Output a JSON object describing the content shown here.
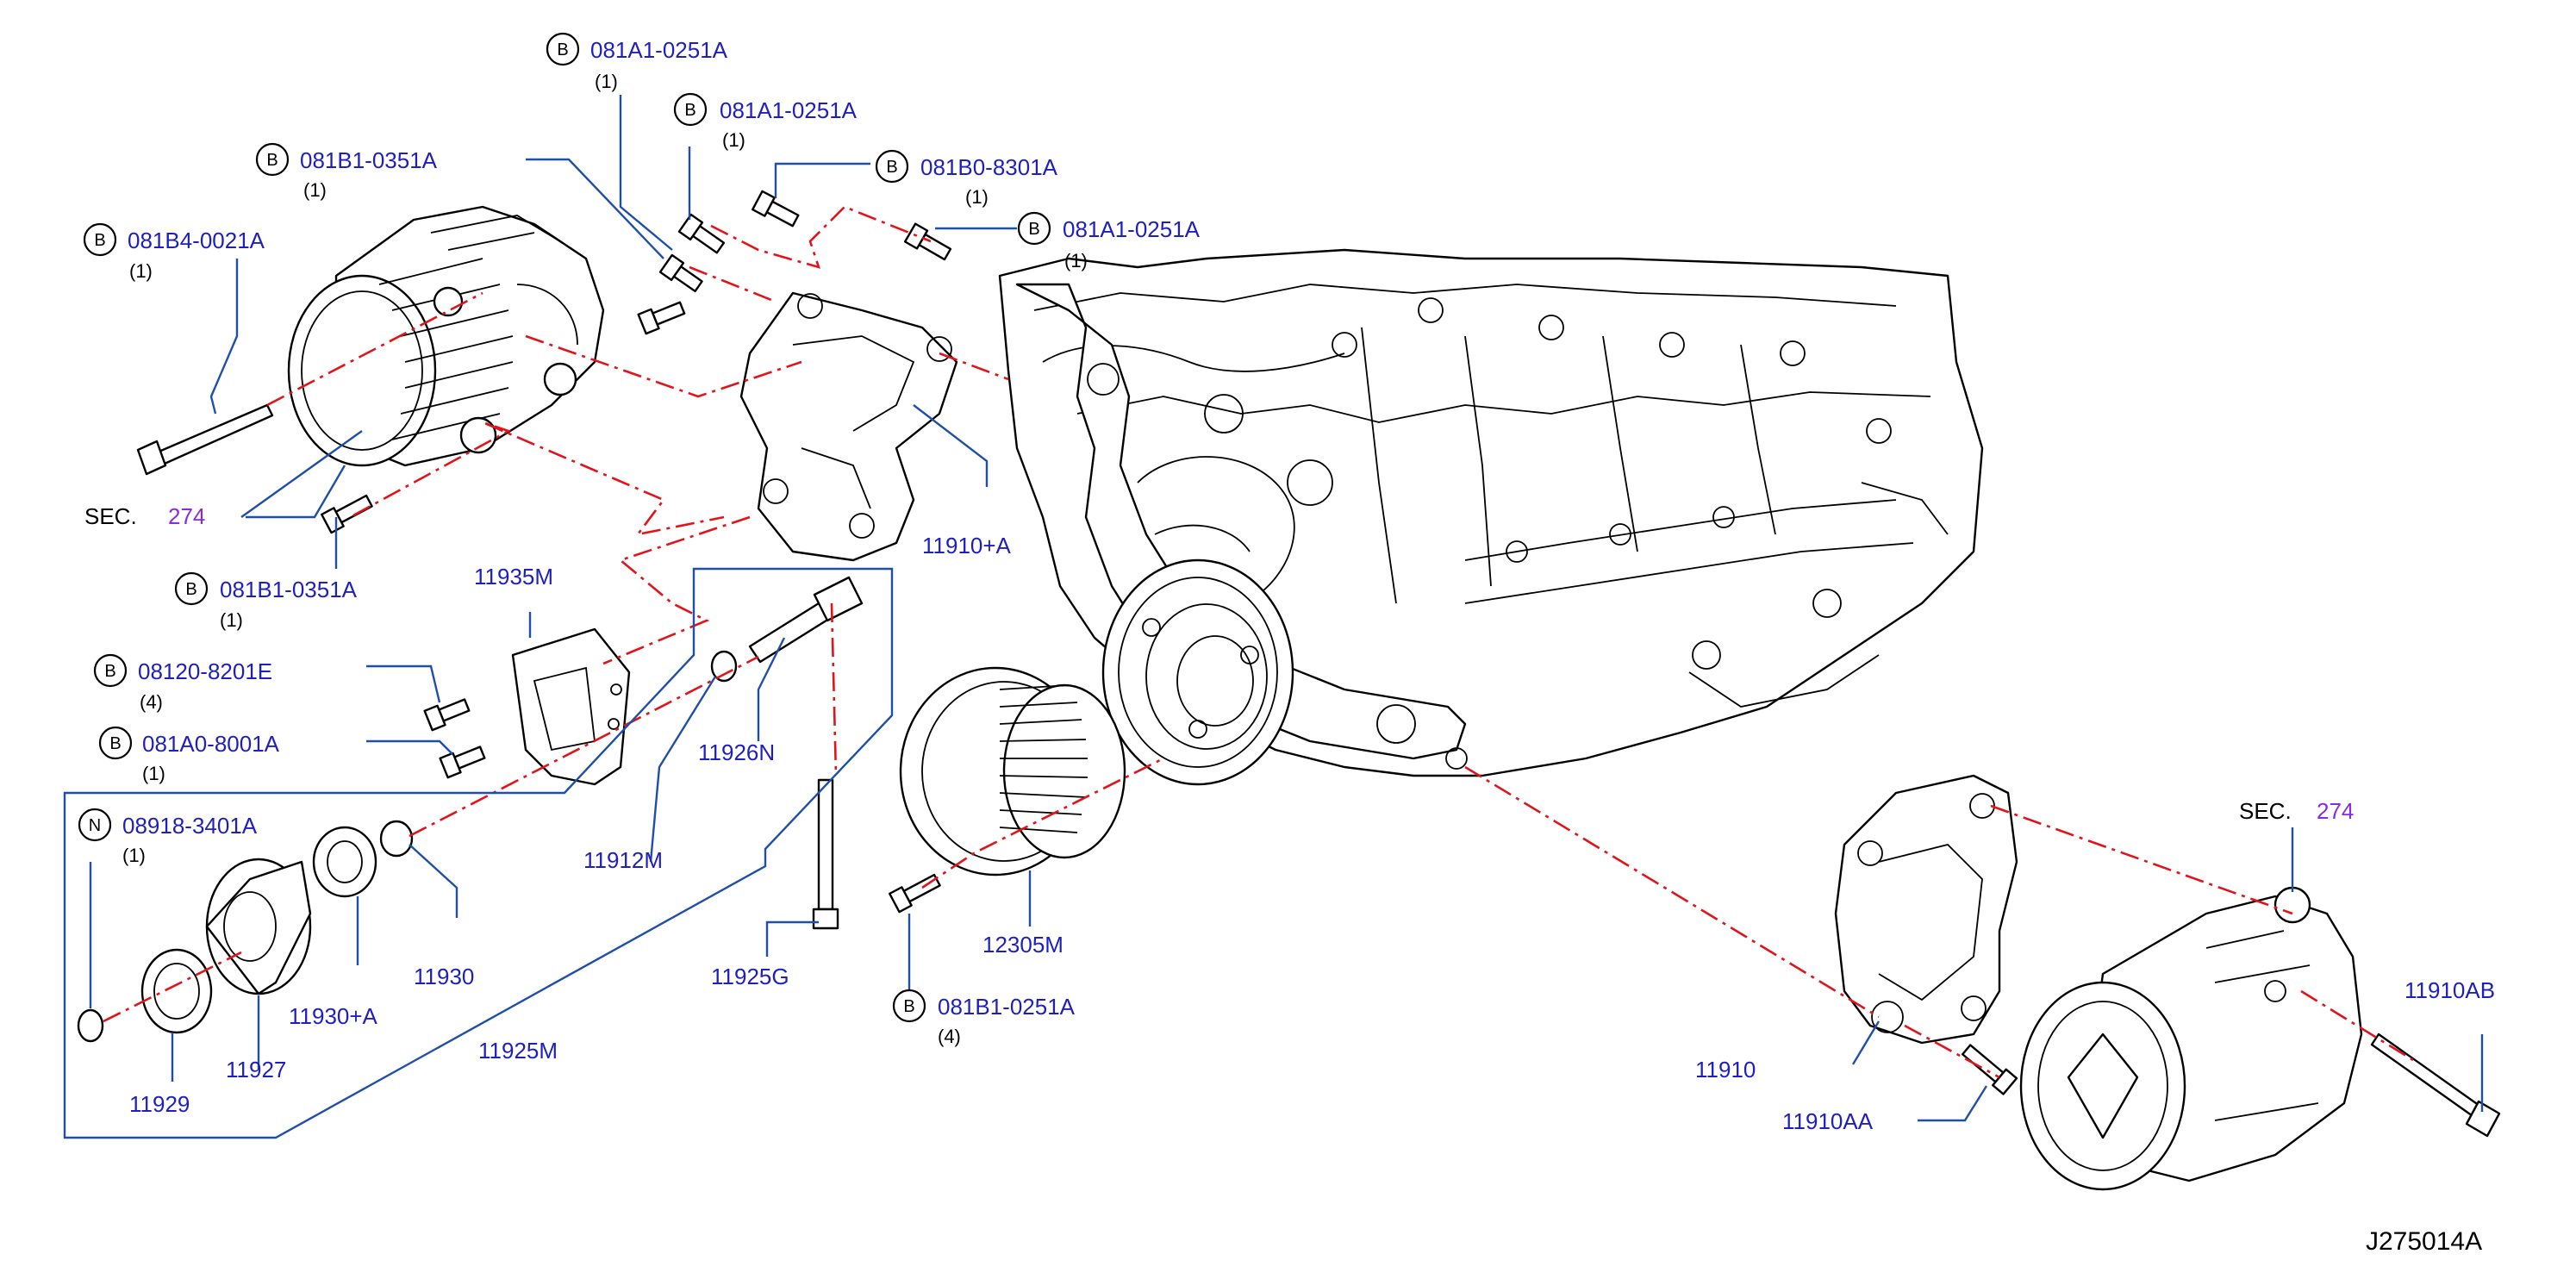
{
  "diagram_code": "J275014A",
  "badge_letters": {
    "b": "B",
    "n": "N"
  },
  "callouts": {
    "c1": {
      "part": "081A1-0251A",
      "qty": "(1)"
    },
    "c2": {
      "part": "081A1-0251A",
      "qty": "(1)"
    },
    "c3": {
      "part": "081B0-8301A",
      "qty": "(1)"
    },
    "c4": {
      "part": "081A1-0251A",
      "qty": "(1)"
    },
    "c5": {
      "part": "081B1-0351A",
      "qty": "(1)"
    },
    "c6": {
      "part": "081B4-0021A",
      "qty": "(1)"
    },
    "c7": {
      "part": "081B1-0351A",
      "qty": "(1)"
    },
    "c8": {
      "part": "08120-8201E",
      "qty": "(4)"
    },
    "c9": {
      "part": "081A0-8001A",
      "qty": "(1)"
    },
    "c10": {
      "part": "08918-3401A",
      "qty": "(1)"
    },
    "c11": {
      "part": "081B1-0251A",
      "qty": "(4)"
    }
  },
  "sec_refs": {
    "left": {
      "prefix": "SEC.",
      "number": "274"
    },
    "right": {
      "prefix": "SEC.",
      "number": "274"
    }
  },
  "part_labels": {
    "p11910A": "11910+A",
    "p11935M": "11935M",
    "p11926N": "11926N",
    "p11912M": "11912M",
    "p11930": "11930",
    "p11930A": "11930+A",
    "p11927": "11927",
    "p11929": "11929",
    "p11925M": "11925M",
    "p11925G": "11925G",
    "p12305M": "12305M",
    "p11910": "11910",
    "p11910AA": "11910AA",
    "p11910AB": "11910AB"
  },
  "colors": {
    "label_blue": "#1f1fbf",
    "leader_blue": "#1f4fa8",
    "centerline_red": "#e0141a",
    "sec_purple": "#8a2be2"
  }
}
